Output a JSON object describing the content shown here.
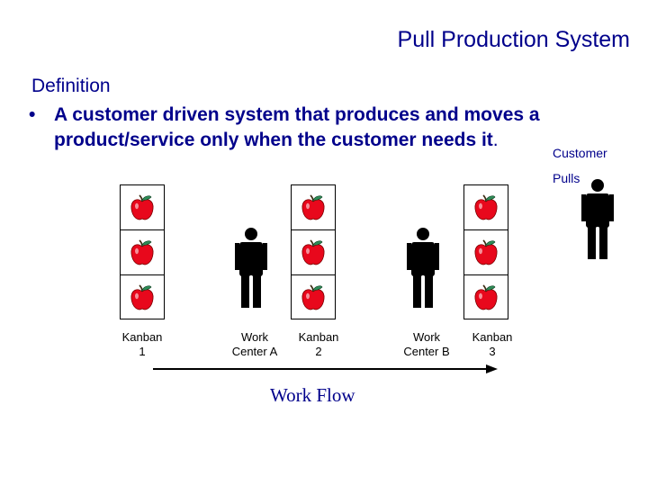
{
  "title": "Pull Production System",
  "definition": {
    "heading": "Definition",
    "bullet_marker": "•",
    "text": "A customer driven system that produces and moves a product/service only when the customer needs it",
    "period": "."
  },
  "customer": {
    "label": "Customer",
    "action": "Pulls"
  },
  "kanbans": [
    {
      "line1": "Kanban",
      "line2": "1"
    },
    {
      "line1": "Kanban",
      "line2": "2"
    },
    {
      "line1": "Kanban",
      "line2": "3"
    }
  ],
  "work_centers": [
    {
      "line1": "Work",
      "line2": "Center A"
    },
    {
      "line1": "Work",
      "line2": "Center B"
    }
  ],
  "flow_label": "Work Flow",
  "icons": {
    "item": "apple-icon",
    "worker": "person-icon"
  },
  "colors": {
    "text": "#00008B",
    "apple": "#E8081C",
    "leaf": "#2E8B57"
  }
}
